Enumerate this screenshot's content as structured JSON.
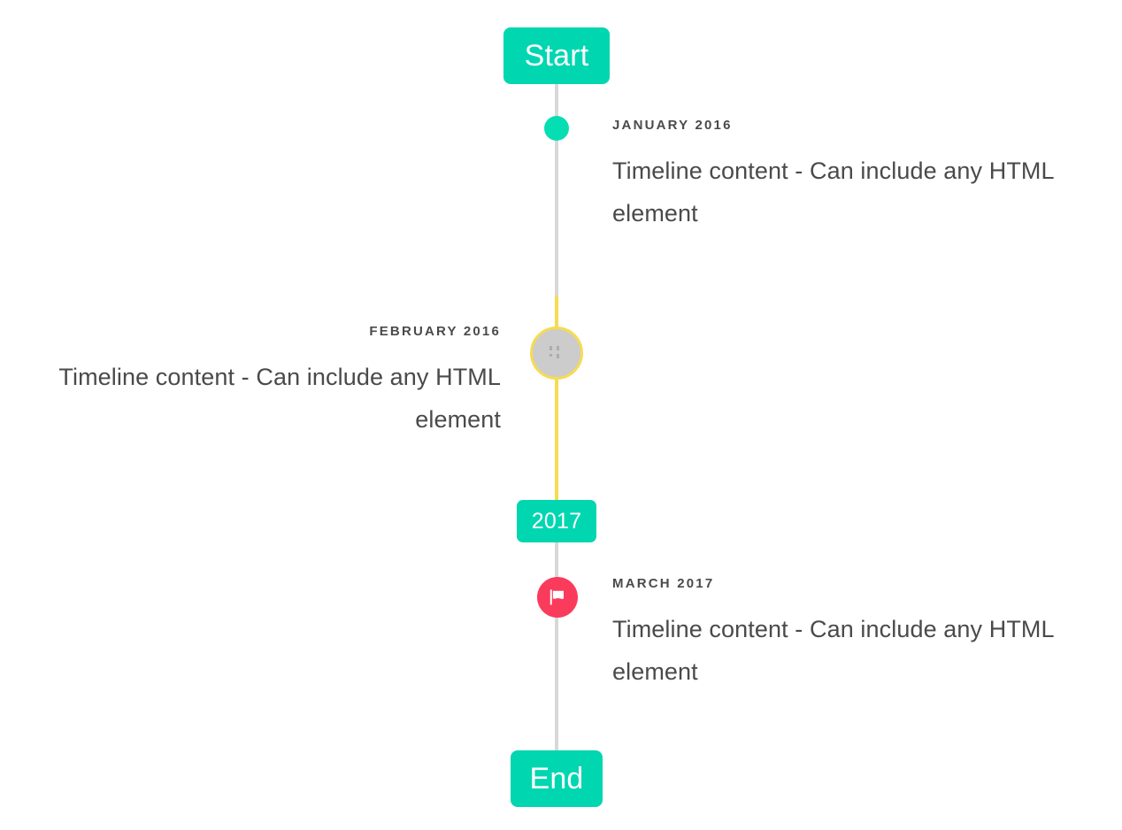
{
  "timeline": {
    "start_label": "Start",
    "end_label": "End",
    "year_label": "2017",
    "colors": {
      "accent_teal": "#00d6b0",
      "marker_teal": "#05deb2",
      "highlight_yellow": "#f7db52",
      "flag_red": "#fb3b5c",
      "line_gray": "#d8d8d8",
      "badge_gray": "#cccccc",
      "text_gray": "#4a4a4a",
      "background": "#ffffff"
    },
    "events": [
      {
        "date": "JANUARY 2016",
        "body": "Timeline content - Can include any HTML element",
        "side": "right",
        "marker": "dot-icon"
      },
      {
        "date": "FEBRUARY 2016",
        "body": "Timeline content - Can include any HTML element",
        "side": "left",
        "marker": "placeholder-image-icon"
      },
      {
        "date": "MARCH 2017",
        "body": "Timeline content - Can include any HTML element",
        "side": "right",
        "marker": "flag-icon"
      }
    ]
  }
}
